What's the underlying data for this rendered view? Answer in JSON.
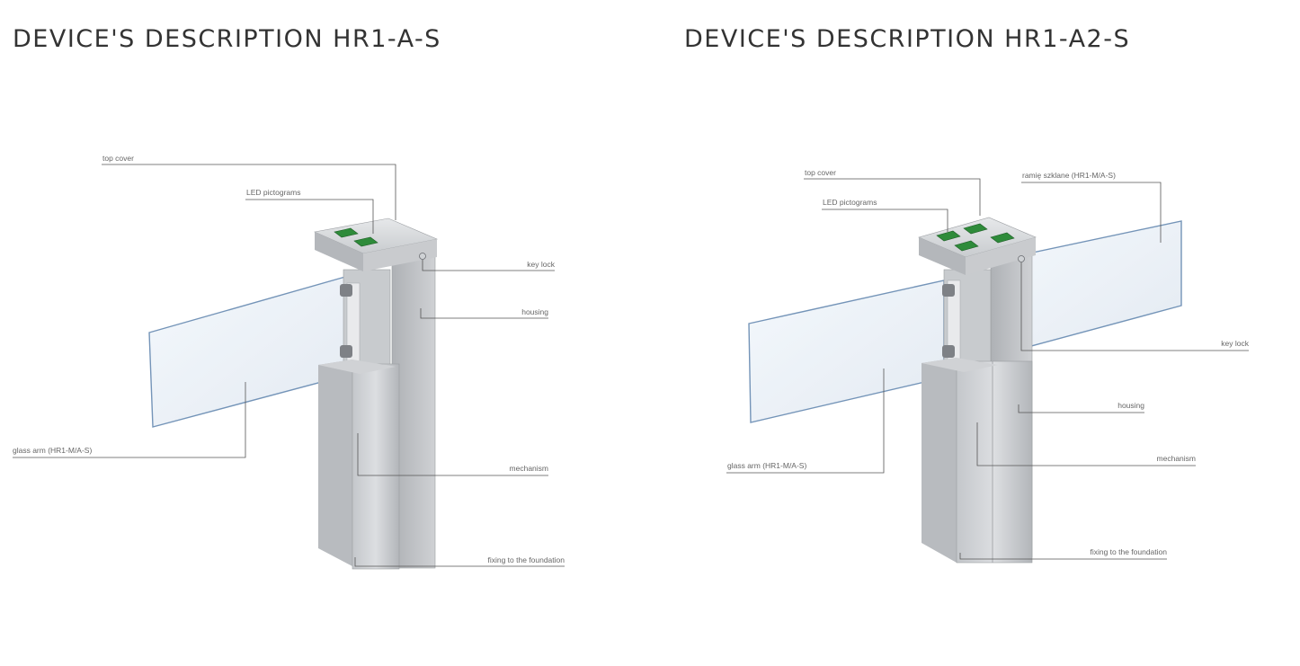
{
  "left": {
    "title": "DEVICE'S DESCRIPTION HR1-A-S",
    "labels": {
      "top_cover": "top cover",
      "led": "LED pictograms",
      "key_lock": "key lock",
      "housing": "housing",
      "glass_arm": "glass arm  (HR1-M/A-S)",
      "mechanism": "mechanism",
      "fixing": "fixing to the foundation"
    }
  },
  "right": {
    "title": "DEVICE'S DESCRIPTION HR1-A2-S",
    "labels": {
      "top_cover": "top cover",
      "led": "LED pictograms",
      "glass_arm_pl": "ramię szklane (HR1-M/A-S)",
      "key_lock": "key lock",
      "housing": "housing",
      "glass_arm": "glass arm (HR1-M/A-S)",
      "mechanism": "mechanism",
      "fixing": "fixing to the foundation"
    }
  },
  "colors": {
    "steel_light": "#d7d9dc",
    "steel_mid": "#b9bcc0",
    "steel_dark": "#8f9398",
    "glass": "#e8f0f8",
    "glass_edge": "#5a7fa8",
    "led_green": "#2e8b3a"
  }
}
